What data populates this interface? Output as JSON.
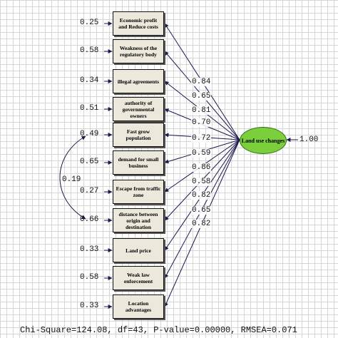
{
  "indicators": [
    {
      "label": "Economic profit and Reduce costs",
      "error": "0.25",
      "loading": "0.84"
    },
    {
      "label": "Weakness of the regulatory body",
      "error": "0.58",
      "loading": "0.65"
    },
    {
      "label": "illegal agreements",
      "error": "0.34",
      "loading": "0.81"
    },
    {
      "label": "authority of governmental owners",
      "error": "0.51",
      "loading": "0.70"
    },
    {
      "label": "Fast grow population",
      "error": "0.49",
      "loading": "0.72"
    },
    {
      "label": "demand for small business",
      "error": "0.65",
      "loading": "0.59"
    },
    {
      "label": "Escape from traffic zone",
      "error": "0.27",
      "loading": "0.86"
    },
    {
      "label": "distance between origin and destination",
      "error": "0.66",
      "loading": "0.58"
    },
    {
      "label": "Land price",
      "error": "0.33",
      "loading": "0.82"
    },
    {
      "label": "Weak law enforcement",
      "error": "0.58",
      "loading": "0.65"
    },
    {
      "label": "Location advantages",
      "error": "0.33",
      "loading": "0.82"
    }
  ],
  "latent": {
    "label": "Land use changes",
    "variance": "1.00"
  },
  "error_covariance": "0.19",
  "fit_statistics": "Chi-Square=124.08, df=43, P-value=0.00000, RMSEA=0.071",
  "colors": {
    "latent_fill": "#7ccf3c",
    "box_fill": "#ece8dc",
    "line": "#1a1a50"
  }
}
